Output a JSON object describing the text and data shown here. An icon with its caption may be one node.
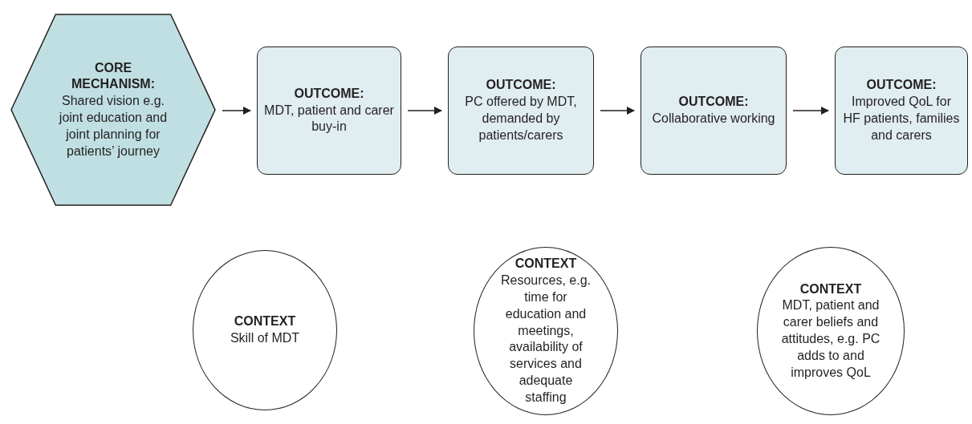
{
  "diagram": {
    "nodes": [
      {
        "text": [
          "CORE MECHANISM:",
          "Shared vision e.g. joint education and joint planning for patients’ journey"
        ]
      },
      {
        "text": [
          "OUTCOME:",
          "MDT, patient and carer buy-in"
        ]
      },
      {
        "text": [
          "OUTCOME:",
          "PC offered by MDT, demanded by patients/carers"
        ]
      },
      {
        "text": [
          "OUTCOME:",
          "Collaborative working"
        ]
      },
      {
        "text": [
          "OUTCOME:",
          "Improved QoL for HF patients, families and carers"
        ]
      },
      {
        "text": [
          "CONTEXT",
          "Skill of MDT"
        ]
      },
      {
        "text": [
          "CONTEXT",
          "Resources, e.g. time for education and meetings, availability of services and adequate staffing"
        ]
      },
      {
        "text": [
          "CONTEXT",
          "MDT, patient and carer beliefs and attitudes, e.g. PC adds to and improves QoL"
        ]
      }
    ],
    "edges": [
      {
        "from": 0,
        "to": 1,
        "arrow": "to"
      },
      {
        "from": 1,
        "to": 2,
        "arrow": "to"
      },
      {
        "from": 2,
        "to": 3,
        "arrow": "to"
      },
      {
        "from": 3,
        "to": 4,
        "arrow": "to"
      }
    ]
  }
}
